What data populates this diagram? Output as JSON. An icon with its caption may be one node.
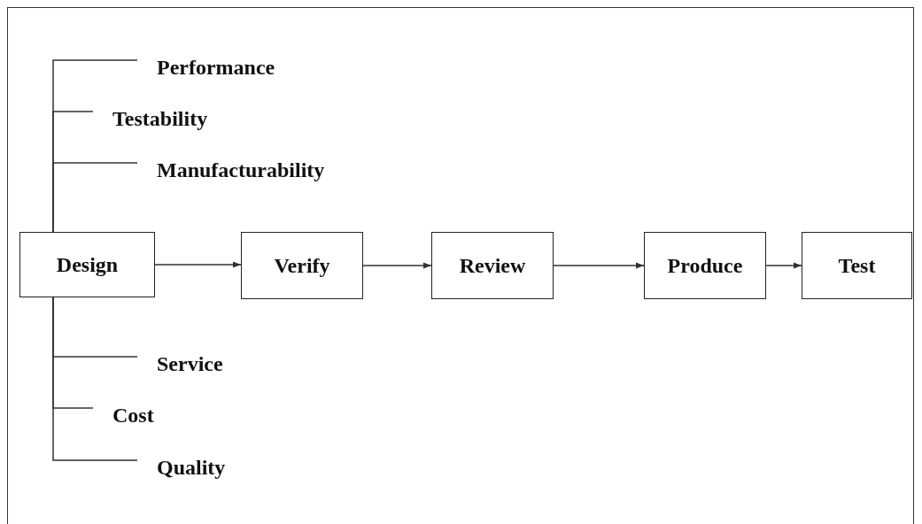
{
  "diagram": {
    "nodes": [
      {
        "text": [
          "Performance"
        ]
      },
      {
        "text": [
          "Testability"
        ]
      },
      {
        "text": [
          "Manufacturability"
        ]
      },
      {
        "text": [
          "Design"
        ]
      },
      {
        "text": [
          "Verify"
        ]
      },
      {
        "text": [
          "Review"
        ]
      },
      {
        "text": [
          "Produce"
        ]
      },
      {
        "text": [
          "Test"
        ]
      },
      {
        "text": [
          "Service"
        ]
      },
      {
        "text": [
          "Cost"
        ]
      },
      {
        "text": [
          "Quality"
        ]
      }
    ],
    "edges": [
      {
        "from": 3,
        "to": 4,
        "arrow": "to"
      },
      {
        "from": 4,
        "to": 5,
        "arrow": "to"
      },
      {
        "from": 5,
        "to": 6,
        "arrow": "to"
      },
      {
        "from": 6,
        "to": 7,
        "arrow": "to"
      },
      {
        "from": 3,
        "to": 0,
        "arrow": "none"
      },
      {
        "from": 3,
        "to": 1,
        "arrow": "none"
      },
      {
        "from": 3,
        "to": 2,
        "arrow": "none"
      },
      {
        "from": 3,
        "to": 8,
        "arrow": "none"
      },
      {
        "from": 3,
        "to": 9,
        "arrow": "none"
      },
      {
        "from": 3,
        "to": 10,
        "arrow": "none"
      }
    ]
  }
}
